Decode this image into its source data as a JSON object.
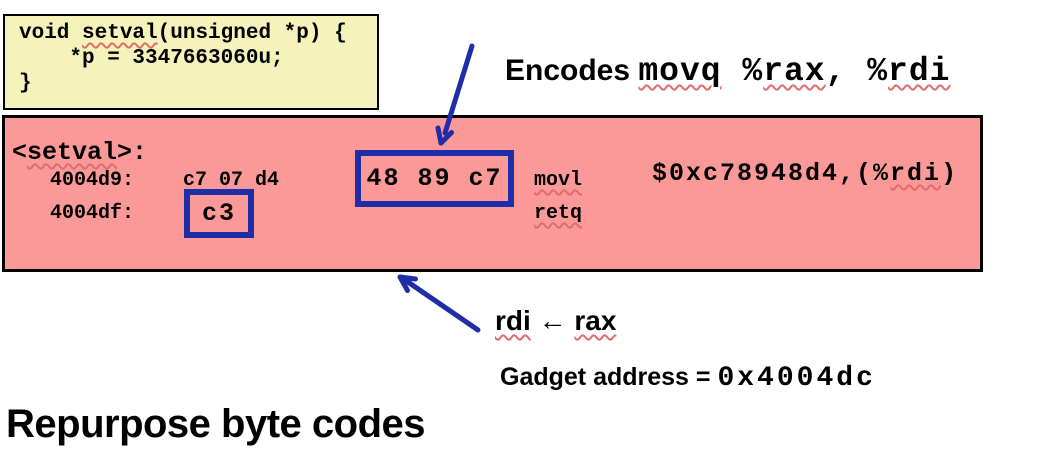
{
  "colors": {
    "yellow_fill": "#f4f3bc",
    "pink_fill": "#fb9898",
    "blue_accent": "#1f2da8",
    "squiggle_red": "#e06c6c",
    "ink": "#000000",
    "paper": "#ffffff"
  },
  "source_box": {
    "l1_pre": "void ",
    "l1_fn": "setval",
    "l1_post": "(unsigned *p) {",
    "l2": "    *p = 3347663060u;",
    "l3": "}"
  },
  "encodes": {
    "label": "Encodes ",
    "mnemonic": "movq",
    "sep1": " %",
    "reg1": "rax",
    "sep2": ", %",
    "reg2": "rdi"
  },
  "disasm": {
    "symbol": {
      "lt": "<",
      "name": "setval",
      "rest": ">:"
    },
    "line1": {
      "addr": "4004d9:",
      "bytes_plain": "c7 07 d4",
      "bytes_boxed": "48 89 c7",
      "mnemonic": "movl",
      "operand_pre": "$0xc78948d4,(%",
      "operand_reg": "rdi",
      "operand_post": ")"
    },
    "line2": {
      "addr": "4004df:",
      "byte_boxed": "c3",
      "mnemonic": "retq"
    }
  },
  "gadget_note": {
    "reg_dst": "rdi",
    "arrow": " ← ",
    "reg_src": "rax",
    "address_label": "Gadget address = ",
    "address_value": "0x4004dc"
  },
  "heading": {
    "text": "Repurpose byte codes"
  }
}
